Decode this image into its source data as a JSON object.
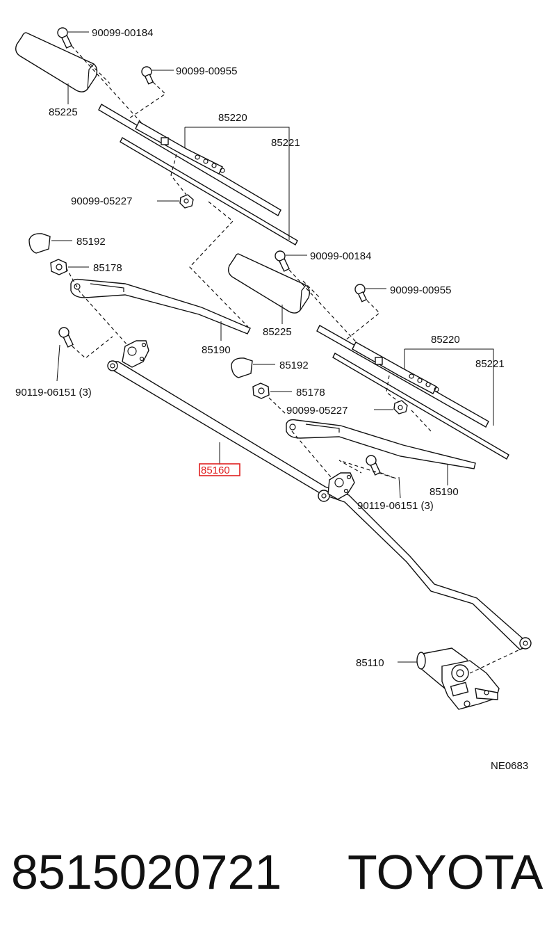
{
  "diagram": {
    "labels": {
      "screw_top_1": "90099-00184",
      "screw_top_2": "90099-00955",
      "cover_1": "85225",
      "blade_1": "85220",
      "refill_1": "85221",
      "nut_1": "90099-05227",
      "cap_1": "85192",
      "arm_nut_1": "85178",
      "arm_1": "85190",
      "bolt_1": "90119-06151 (3)",
      "screw_top_3": "90099-00184",
      "cover_2": "85225",
      "screw_top_4": "90099-00955",
      "blade_2": "85220",
      "refill_2": "85221",
      "cap_2": "85192",
      "arm_nut_2": "85178",
      "nut_2": "90099-05227",
      "link": "85160",
      "arm_2": "85190",
      "bolt_2": "90119-06151 (3)",
      "motor": "85110",
      "diagram_code": "NE0683"
    },
    "highlight_color": "#e02020"
  },
  "footer": {
    "part_number": "8515020721",
    "brand": "TOYOTA"
  }
}
